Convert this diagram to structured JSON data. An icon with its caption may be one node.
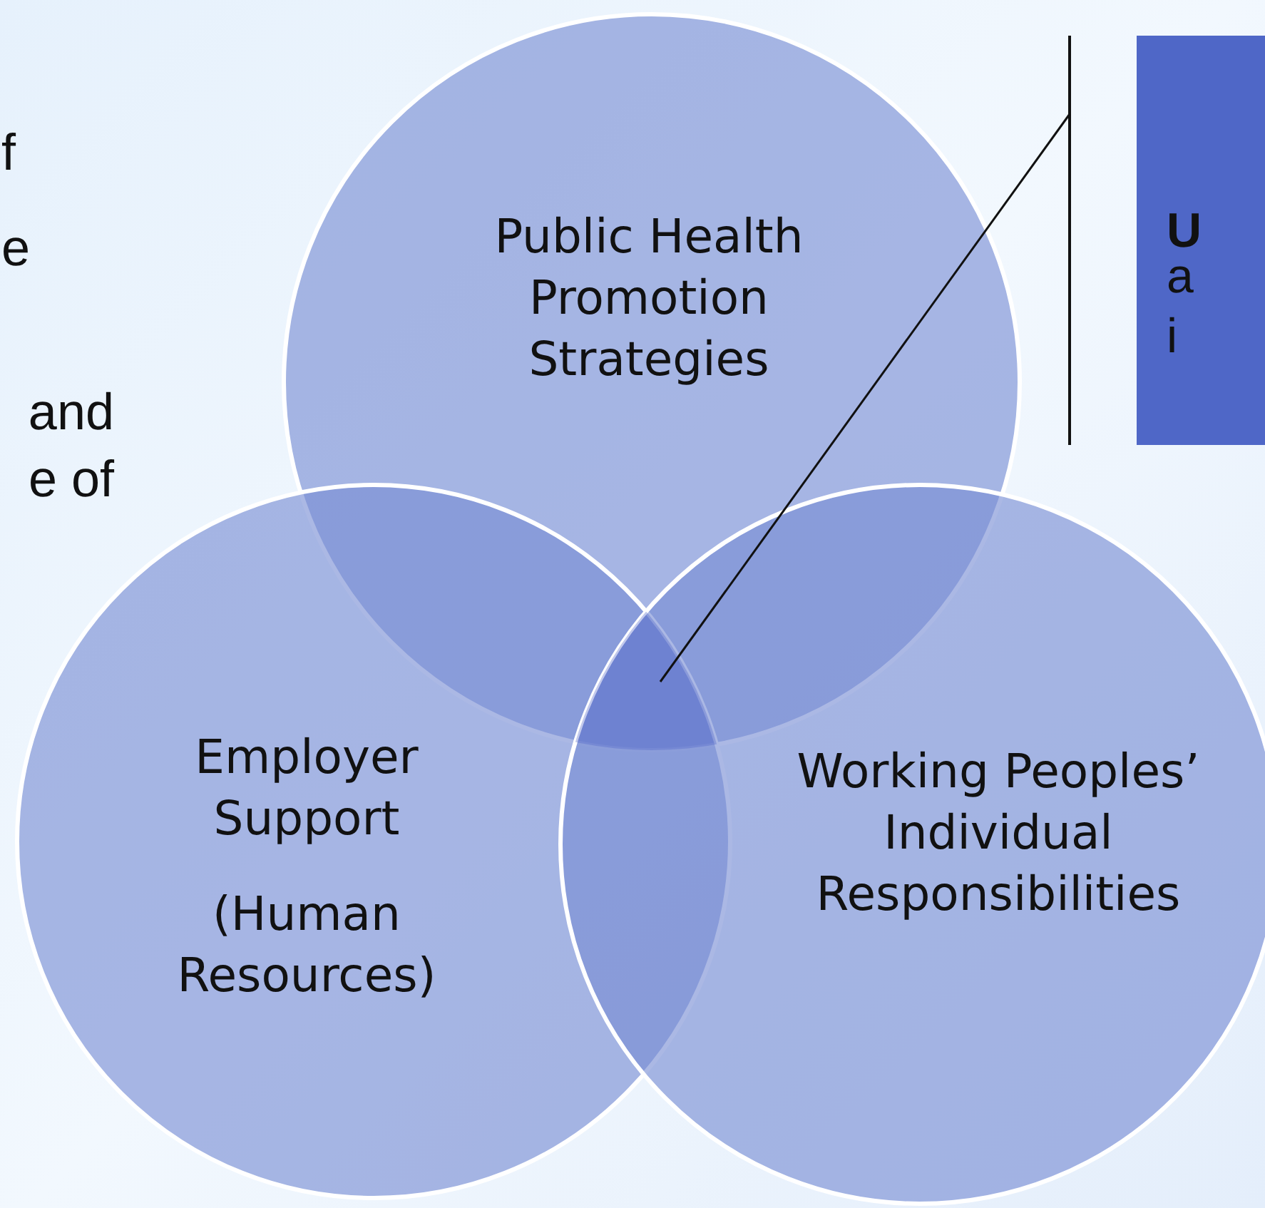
{
  "diagram": {
    "nodes": [
      {
        "text": [
          "Public Health Promotion Strategies"
        ]
      },
      {
        "text": [
          "Employer Support",
          "(Human Resources)"
        ]
      },
      {
        "text": [
          "Working Peoples’ Individual Responsibilities"
        ]
      },
      {
        "text": [
          "U",
          "a",
          "i"
        ]
      },
      {
        "text": [],
        "shape": "region"
      }
    ],
    "edges": [
      {
        "from": 3,
        "to": 4,
        "arrow": "none"
      }
    ],
    "labels": [
      "f",
      "e",
      "and",
      "e of"
    ]
  }
}
